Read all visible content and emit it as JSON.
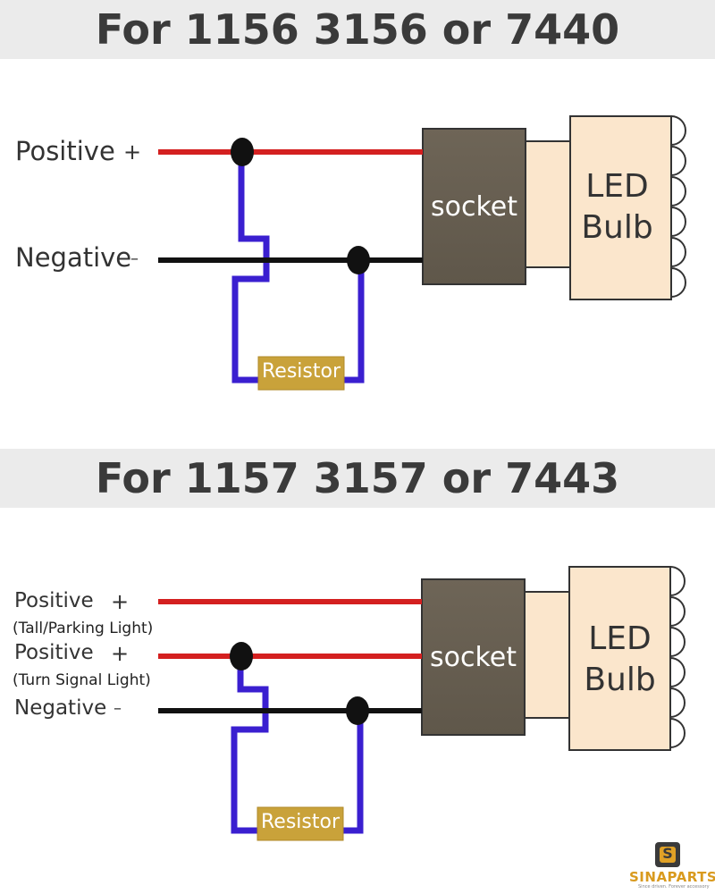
{
  "diagram_1": {
    "title": "For 1156 3156 or 7440",
    "positive_label": "Positive",
    "positive_sign": "+",
    "negative_label": "Negative",
    "negative_sign": "–",
    "socket_label": "socket",
    "led_label_line1": "LED",
    "led_label_line2": "Bulb",
    "resistor_label": "Resistor"
  },
  "diagram_2": {
    "title": "For 1157 3157 or 7443",
    "positive_tail_label": "Positive",
    "positive_tail_sign": "+",
    "positive_tail_sub": "(Tall/Parking Light)",
    "positive_turn_label": "Positive",
    "positive_turn_sign": "+",
    "positive_turn_sub": "(Turn Signal Light)",
    "negative_label": "Negative",
    "negative_sign": "–",
    "socket_label": "socket",
    "led_label_line1": "LED",
    "led_label_line2": "Bulb",
    "resistor_label": "Resistor"
  },
  "brand": {
    "name": "SINAPARTS",
    "tagline": "Since driven. Forever accessory",
    "logo_glyph": "S"
  },
  "colors": {
    "title_band": "#ebebeb",
    "positive_wire": "#d42020",
    "negative_wire": "#111111",
    "resistor_wire": "#3a1fd0",
    "socket": "#6b6254",
    "led_bulb": "#fbe6cc",
    "resistor": "#c9a23a",
    "brand": "#d99a1e"
  }
}
